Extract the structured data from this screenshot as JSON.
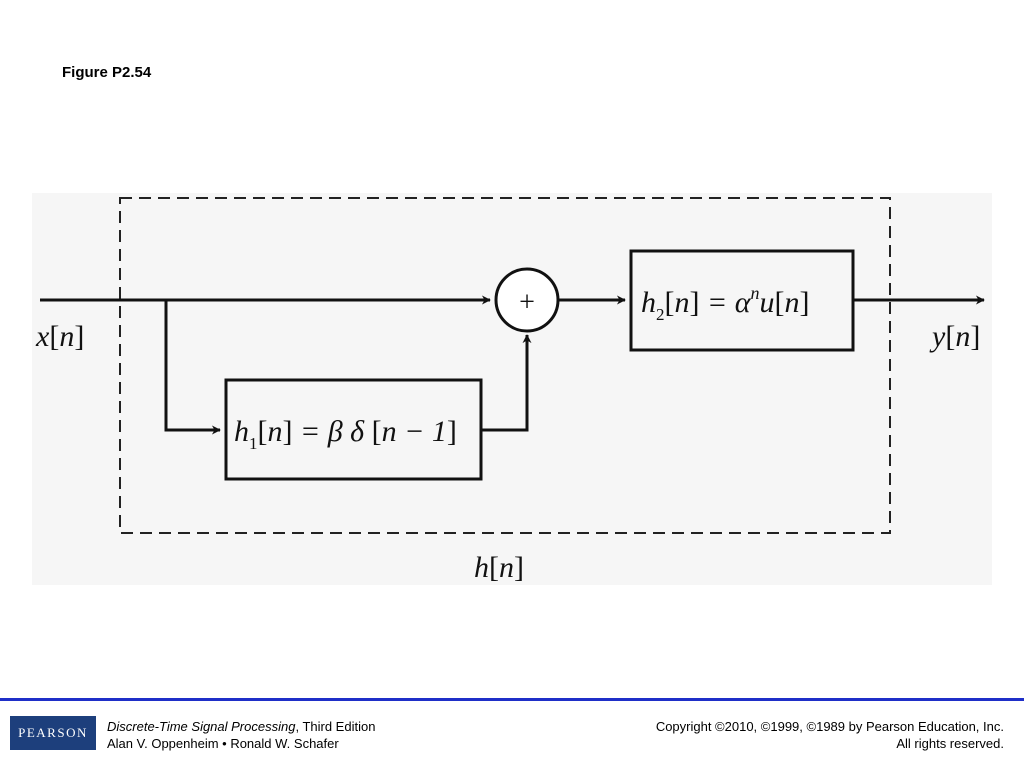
{
  "figure": {
    "title": "Figure P2.54"
  },
  "diagram": {
    "input_label": {
      "base": "x",
      "arg": "n"
    },
    "output_label": {
      "base": "y",
      "arg": "n"
    },
    "system_label": {
      "base": "h",
      "arg": "n"
    },
    "adder_symbol": "+",
    "block1": {
      "name": "h",
      "sub": "1",
      "arg": "n",
      "expr": "= β δ",
      "arg2": "n − 1"
    },
    "block2": {
      "name": "h",
      "sub": "2",
      "arg": "n",
      "expr": "= α",
      "sup": "n",
      "expr2": "u",
      "arg2": "n"
    }
  },
  "footer": {
    "logo_text": "PEARSON",
    "book_title": "Discrete-Time Signal Processing",
    "edition": ", Third Edition",
    "authors": "Alan V. Oppenheim • Ronald W. Schafer",
    "copyright": "Copyright ©2010, ©1999, ©1989 by Pearson Education, Inc.",
    "rights": "All rights reserved.",
    "accent_color": "#1f2fc8",
    "logo_color": "#1d3f7c"
  }
}
